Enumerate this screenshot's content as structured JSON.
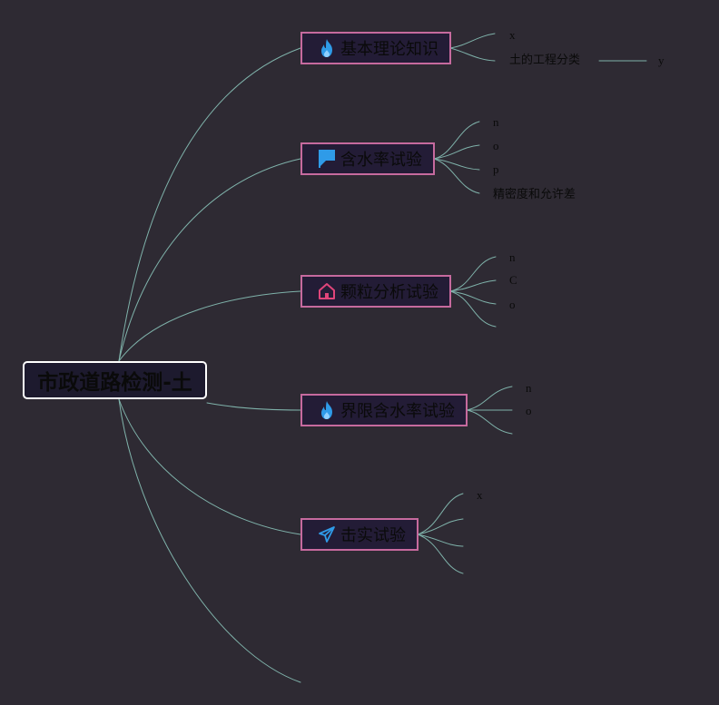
{
  "root": {
    "label": "市政道路检测-土"
  },
  "topics": [
    {
      "label": "基本理论知识",
      "icon": "fire-icon",
      "icon_color": "#2f9be8",
      "leaves": [
        {
          "label": "x"
        },
        {
          "label": "土的工程分类",
          "child": "y"
        }
      ]
    },
    {
      "label": "含水率试验",
      "icon": "flag-icon",
      "icon_color": "#2f9be8",
      "leaves": [
        {
          "label": "n"
        },
        {
          "label": "o"
        },
        {
          "label": "p"
        },
        {
          "label": "精密度和允许差"
        }
      ]
    },
    {
      "label": "颗粒分析试验",
      "icon": "house-icon",
      "icon_color": "#e0457a",
      "leaves": [
        {
          "label": "n"
        },
        {
          "label": "C"
        },
        {
          "label": "o"
        },
        {
          "label": ""
        }
      ]
    },
    {
      "label": "界限含水率试验",
      "icon": "fire-icon",
      "icon_color": "#2f9be8",
      "leaves": [
        {
          "label": "n"
        },
        {
          "label": "o"
        },
        {
          "label": ""
        }
      ]
    },
    {
      "label": "击实试验",
      "icon": "paper-plane-icon",
      "icon_color": "#2f9be8",
      "leaves": [
        {
          "label": "x"
        },
        {
          "label": ""
        },
        {
          "label": ""
        },
        {
          "label": ""
        }
      ]
    }
  ],
  "colors": {
    "background": "#2e2a33",
    "connector": "#7fb2aa",
    "topic_border": "#c66a9e",
    "root_border": "#ffffff"
  }
}
